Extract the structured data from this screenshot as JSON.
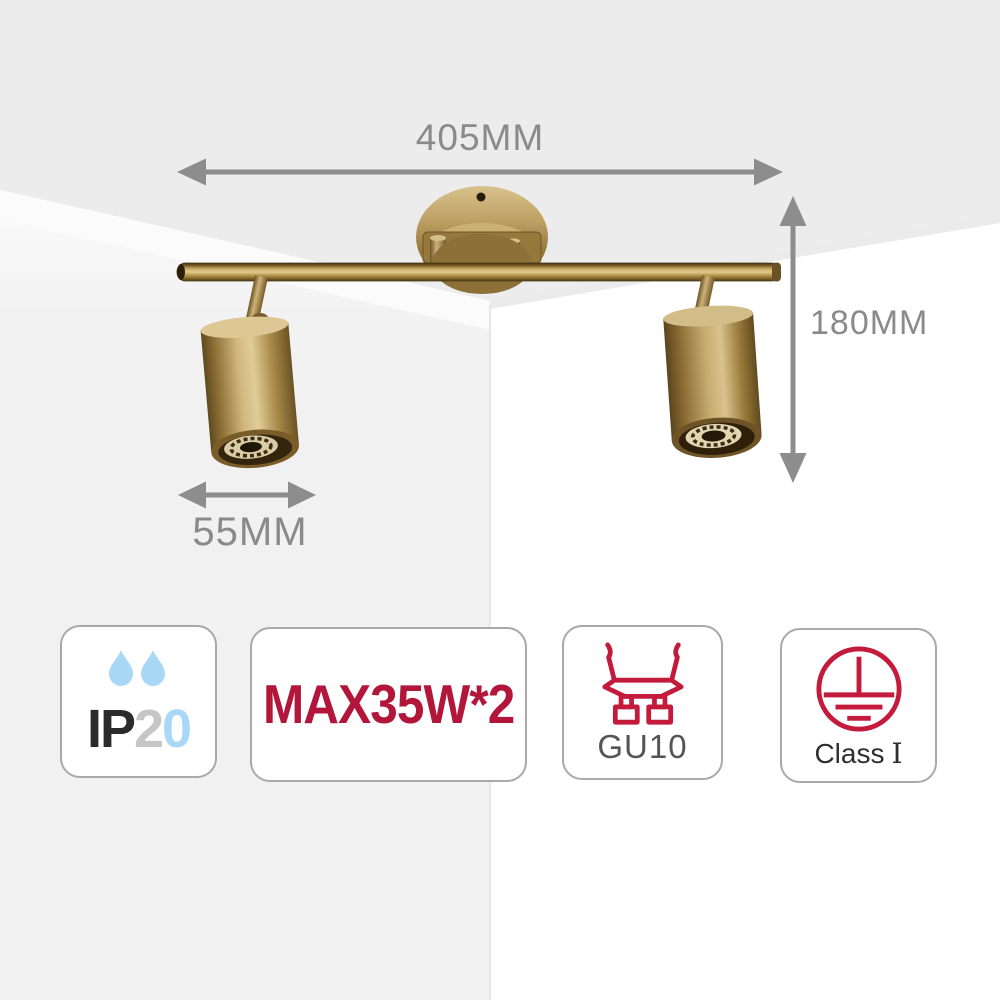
{
  "dimensions": {
    "width_label": "405MM",
    "height_label": "180MM",
    "spot_diameter_label": "55MM"
  },
  "badges": {
    "ip_rating": {
      "prefix": "IP",
      "digit_first": "2",
      "digit_second": "0"
    },
    "max_wattage": {
      "label": "MAX35W*2"
    },
    "socket": {
      "label": "GU10"
    },
    "protection_class": {
      "word": "Class",
      "numeral": "I"
    }
  },
  "icons": {
    "ip_badge": "water-drops-icon",
    "socket_badge": "gu10-socket-icon",
    "class_badge": "protective-earth-icon"
  },
  "colors": {
    "dimension_text_gray": "#8a8a8a",
    "arrow_gray": "#8d8d8d",
    "wattage_red": "#b2163a",
    "icon_red": "#c41b3d",
    "drop_blue": "#a8d8f6",
    "ip_dark": "#2b2b2b",
    "digit_gray": "#c6c6c6",
    "socket_text_gray": "#555555",
    "class_text_dark": "#2f2f2f",
    "badge_border_gray": "#a9a9a9",
    "ceiling_gray": "#ececec",
    "wall_gray": "#f1f1f1",
    "brass_highlight": "#e0cc98",
    "brass_mid": "#b89a5c",
    "brass_dark": "#5e4a20"
  }
}
